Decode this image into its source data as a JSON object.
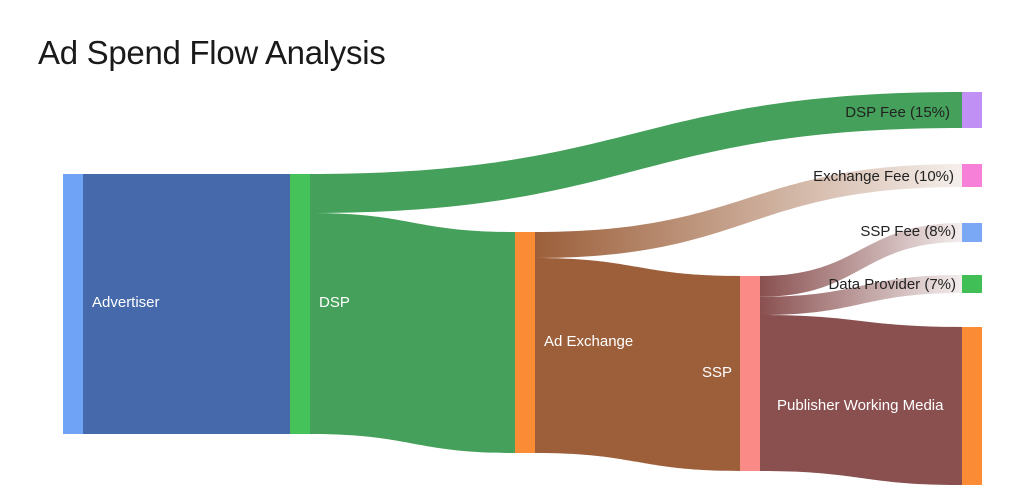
{
  "chart_data": {
    "type": "sankey",
    "title": "Ad Spend Flow Analysis",
    "nodes": [
      {
        "id": "advertiser",
        "label": "Advertiser",
        "color": "#6ea3f5"
      },
      {
        "id": "dsp",
        "label": "DSP",
        "color": "#46c25a"
      },
      {
        "id": "ad_exchange",
        "label": "Ad Exchange",
        "color": "#fb8c35"
      },
      {
        "id": "ssp",
        "label": "SSP",
        "color": "#fa8a86"
      },
      {
        "id": "publisher",
        "label": "Publisher Working Media",
        "color": "#fb8c35"
      },
      {
        "id": "dsp_fee",
        "label": "DSP Fee (15%)",
        "color": "#c190f5"
      },
      {
        "id": "exchange_fee",
        "label": "Exchange Fee (10%)",
        "color": "#f67fd7"
      },
      {
        "id": "ssp_fee",
        "label": "SSP Fee (8%)",
        "color": "#7aa8f5"
      },
      {
        "id": "data_provider",
        "label": "Data Provider (7%)",
        "color": "#3fbf55"
      }
    ],
    "links": [
      {
        "source": "advertiser",
        "target": "dsp",
        "value": 100,
        "color": "#4569ab"
      },
      {
        "source": "dsp",
        "target": "dsp_fee",
        "value": 15,
        "color": "#44a05a"
      },
      {
        "source": "dsp",
        "target": "ad_exchange",
        "value": 85,
        "color": "#44a05a"
      },
      {
        "source": "ad_exchange",
        "target": "exchange_fee",
        "value": 10,
        "color": "#9c5f3a"
      },
      {
        "source": "ad_exchange",
        "target": "ssp",
        "value": 75,
        "color": "#9c5f3a"
      },
      {
        "source": "ssp",
        "target": "ssp_fee",
        "value": 8,
        "color": "#8a5050"
      },
      {
        "source": "ssp",
        "target": "data_provider",
        "value": 7,
        "color": "#8a5050"
      },
      {
        "source": "ssp",
        "target": "publisher",
        "value": 60,
        "color": "#8a5050"
      }
    ]
  }
}
